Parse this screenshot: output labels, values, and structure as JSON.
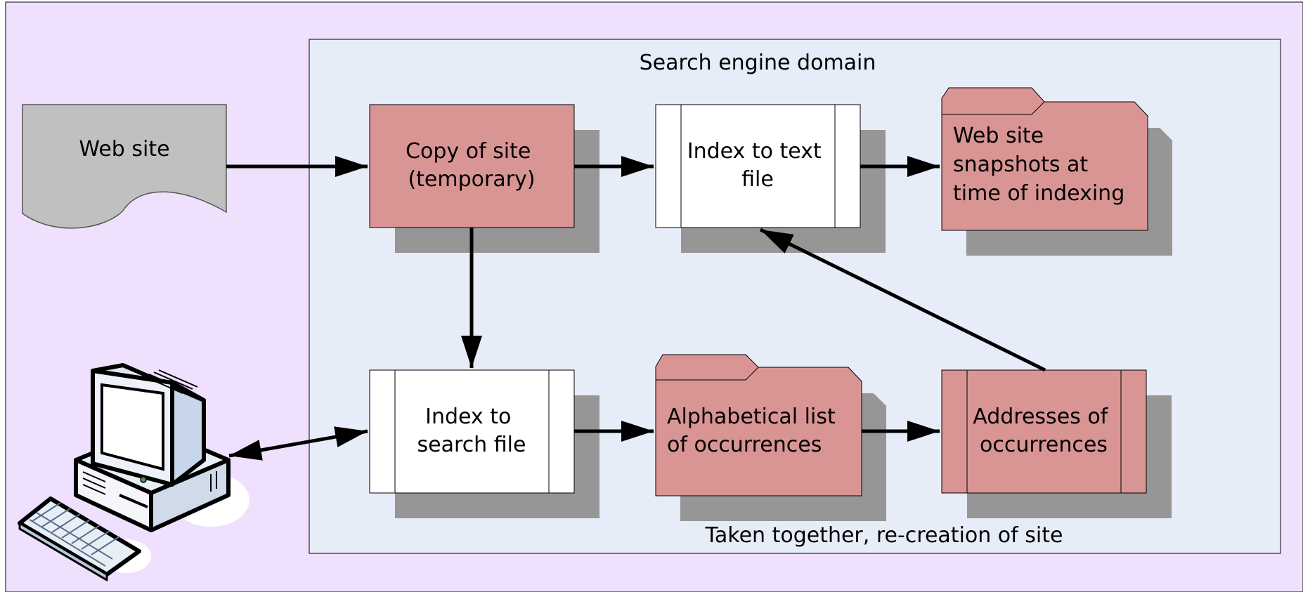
{
  "colors": {
    "canvas_bg": "#efe0fd",
    "domain_bg": "#e6ecf8",
    "salmon": "#d99594",
    "white": "#ffffff",
    "shadow": "#969696",
    "website_fill": "#c0c0c0",
    "line": "#000000"
  },
  "domain": {
    "title": "Search engine domain",
    "footer": "Taken together, re-creation of site"
  },
  "nodes": {
    "website": {
      "label": [
        "Web site"
      ],
      "icon": "document-shape"
    },
    "copy_of_site": {
      "label": [
        "Copy of site",
        "(temporary)"
      ]
    },
    "index_to_text": {
      "label": [
        "Index to text",
        "file"
      ],
      "icon": "predefined-process-shape"
    },
    "snapshots": {
      "label": [
        "Web site",
        "snapshots at",
        "time of indexing"
      ],
      "icon": "folder-shape"
    },
    "index_to_search": {
      "label": [
        "Index to",
        "search file"
      ],
      "icon": "predefined-process-shape"
    },
    "alphabetical_list": {
      "label": [
        "Alphabetical list",
        "of occurrences"
      ],
      "icon": "folder-shape"
    },
    "addresses": {
      "label": [
        "Addresses of",
        "occurrences"
      ],
      "icon": "predefined-process-shape"
    },
    "computer": {
      "icon": "desktop-computer-icon"
    }
  },
  "edges": [
    {
      "from": "website",
      "to": "copy_of_site"
    },
    {
      "from": "copy_of_site",
      "to": "index_to_text"
    },
    {
      "from": "index_to_text",
      "to": "snapshots"
    },
    {
      "from": "copy_of_site",
      "to": "index_to_search"
    },
    {
      "from": "index_to_search",
      "to": "alphabetical_list"
    },
    {
      "from": "alphabetical_list",
      "to": "addresses"
    },
    {
      "from": "addresses",
      "to": "index_to_text"
    },
    {
      "from": "computer",
      "to": "index_to_search",
      "bidirectional": true
    }
  ]
}
